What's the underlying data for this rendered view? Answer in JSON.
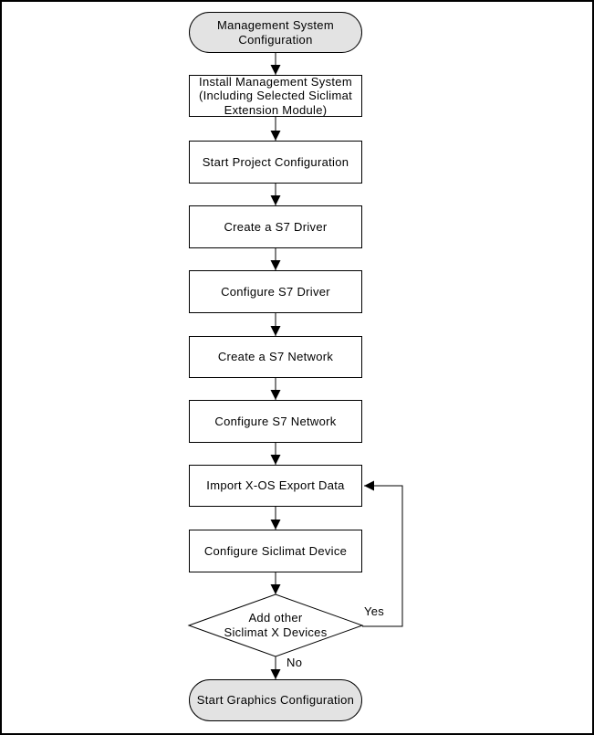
{
  "flowchart": {
    "nodes": [
      {
        "id": "management-system-configuration",
        "type": "terminator",
        "label": "Management System\nConfiguration"
      },
      {
        "id": "install-management-system",
        "type": "process",
        "label": "Install Management System\n(Including Selected Siclimat\nExtension Module)"
      },
      {
        "id": "start-project-configuration",
        "type": "process",
        "label": "Start Project Configuration"
      },
      {
        "id": "create-s7-driver",
        "type": "process",
        "label": "Create a S7 Driver"
      },
      {
        "id": "configure-s7-driver",
        "type": "process",
        "label": "Configure S7 Driver"
      },
      {
        "id": "create-s7-network",
        "type": "process",
        "label": "Create a S7 Network"
      },
      {
        "id": "configure-s7-network",
        "type": "process",
        "label": "Configure S7 Network"
      },
      {
        "id": "import-x-os-export-data",
        "type": "process",
        "label": "Import X-OS Export Data"
      },
      {
        "id": "configure-siclimat-device",
        "type": "process",
        "label": "Configure Siclimat Device"
      },
      {
        "id": "add-other-siclimat-x-devices",
        "type": "decision",
        "label": "Add other\nSiclimat X Devices"
      },
      {
        "id": "start-graphics-configuration",
        "type": "terminator",
        "label": "Start Graphics Configuration"
      }
    ],
    "edge_labels": {
      "yes": "Yes",
      "no": "No"
    },
    "colors": {
      "terminator_fill": "#e3e3e3",
      "process_fill": "#ffffff",
      "line": "#000000",
      "background": "#ffffff"
    }
  }
}
